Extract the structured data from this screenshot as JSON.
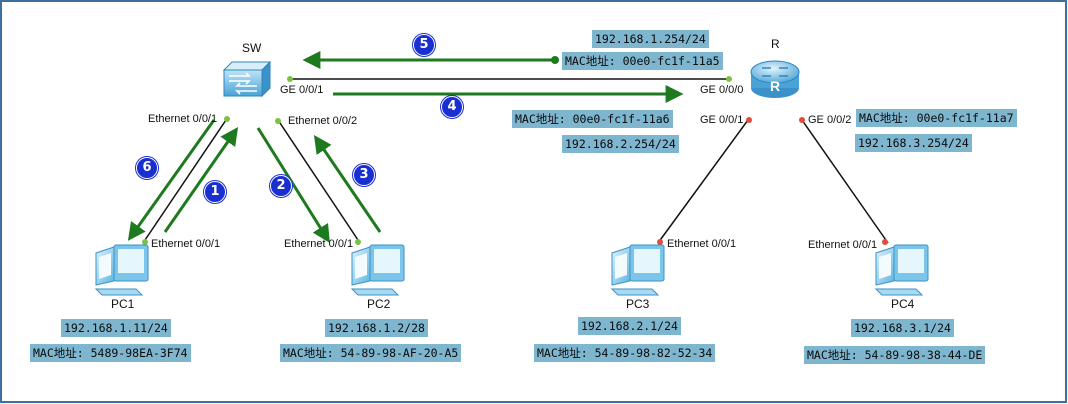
{
  "colors": {
    "frame": "#3a6f9e",
    "link": "#111111",
    "arrow": "#1e7a1e",
    "port_up": "#7bc142",
    "port_down": "#e24c3c",
    "label_bg": "#7fb6cf",
    "step_bg": "#1a2fd0"
  },
  "devices": {
    "sw": {
      "name": "SW",
      "icon": "switch-icon"
    },
    "r": {
      "name": "R",
      "icon": "router-icon"
    },
    "pc1": {
      "name": "PC1",
      "icon": "pc-icon",
      "ip": "192.168.1.11/24",
      "mac": "MAC地址: 5489-98EA-3F74"
    },
    "pc2": {
      "name": "PC2",
      "icon": "pc-icon",
      "ip": "192.168.1.2/28",
      "mac": "MAC地址: 54-89-98-AF-20-A5"
    },
    "pc3": {
      "name": "PC3",
      "icon": "pc-icon",
      "ip": "192.168.2.1/24",
      "mac": "MAC地址: 54-89-98-82-52-34"
    },
    "pc4": {
      "name": "PC4",
      "icon": "pc-icon",
      "ip": "192.168.3.1/24",
      "mac": "MAC地址: 54-89-98-38-44-DE"
    }
  },
  "router_interfaces": {
    "ge000": {
      "ip": "192.168.1.254/24",
      "mac": "MAC地址: 00e0-fc1f-11a5"
    },
    "ge001": {
      "ip": "192.168.2.254/24",
      "mac": "MAC地址: 00e0-fc1f-11a6"
    },
    "ge002": {
      "ip": "192.168.3.254/24",
      "mac": "MAC地址: 00e0-fc1f-11a7"
    }
  },
  "ports": {
    "sw_e001": "Ethernet 0/0/1",
    "sw_e002": "Ethernet 0/0/2",
    "sw_ge001": "GE 0/0/1",
    "r_ge000": "GE 0/0/0",
    "r_ge001": "GE 0/0/1",
    "r_ge002": "GE 0/0/2",
    "pc1_e001": "Ethernet 0/0/1",
    "pc2_e001": "Ethernet 0/0/1",
    "pc3_e001": "Ethernet 0/0/1",
    "pc4_e001": "Ethernet 0/0/1"
  },
  "steps": [
    "1",
    "2",
    "3",
    "4",
    "5",
    "6"
  ]
}
